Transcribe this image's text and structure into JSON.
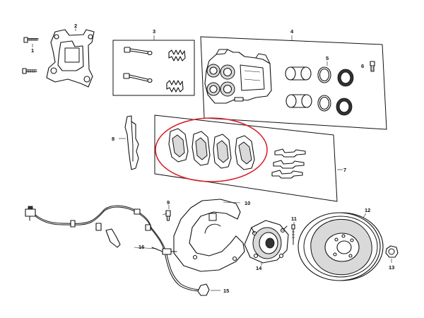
{
  "diagram": {
    "callouts": [
      "1",
      "2",
      "3",
      "4",
      "5",
      "6",
      "7",
      "8",
      "9",
      "10",
      "11",
      "12",
      "13",
      "14",
      "15",
      "16"
    ],
    "highlight_color": "#d9232e",
    "line_color": "#111111"
  }
}
